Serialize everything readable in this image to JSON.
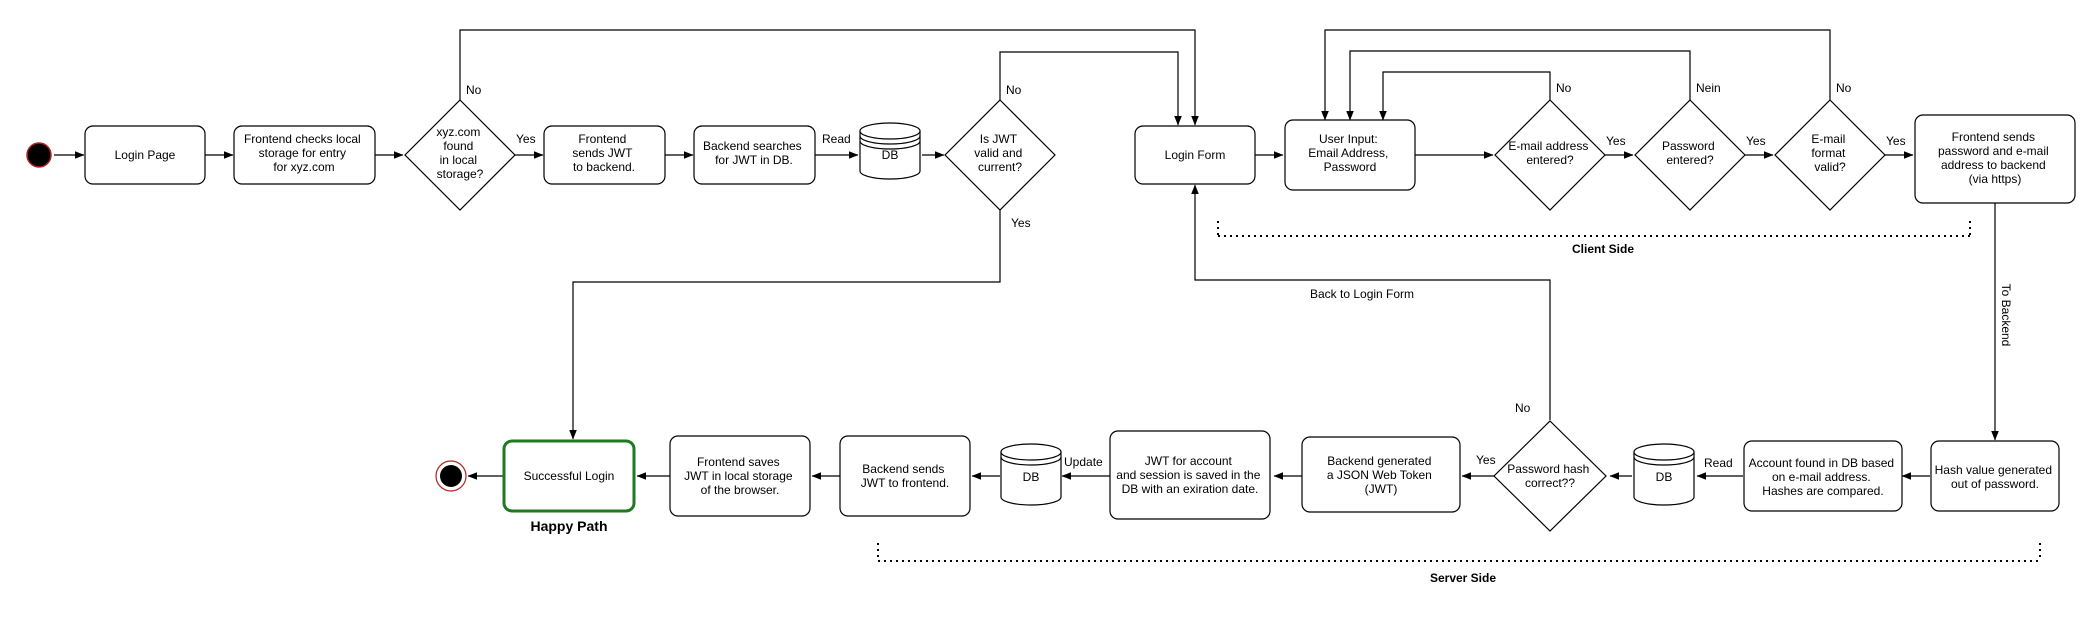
{
  "colors": {
    "happy_path": "#1e7a1e",
    "region_label": "#1a1aa8",
    "node_stroke": "#000000",
    "terminal_ring": "#b22222"
  },
  "nodes": {
    "login_page": "Login Page",
    "frontend_checks": [
      "Frontend checks local",
      "storage for entry",
      "for xyz.com"
    ],
    "xyz_found": [
      "xyz.com",
      "found",
      "in local",
      "storage?"
    ],
    "frontend_sends_jwt": [
      "Frontend",
      "sends JWT",
      "to backend."
    ],
    "backend_searches": [
      "Backend searches",
      "for JWT in DB."
    ],
    "db_read_top": "DB",
    "jwt_valid": [
      "Is JWT",
      "valid and",
      "current?"
    ],
    "login_form": "Login Form",
    "user_input": [
      "User Input:",
      "Email Address,",
      "Password"
    ],
    "email_entered": [
      "E-mail address",
      "entered?"
    ],
    "password_entered": [
      "Password",
      "entered?"
    ],
    "email_format": [
      "E-mail",
      "format",
      "valid?"
    ],
    "frontend_sends_pw": [
      "Frontend sends",
      "password and e-mail",
      "address to backend",
      "(via https)"
    ],
    "hash_value": [
      "Hash value generated",
      "out of password."
    ],
    "account_found": [
      "Account found in DB based",
      "on e-mail address.",
      "Hashes are compared."
    ],
    "db_read_bottom": "DB",
    "password_hash": [
      "Password hash",
      "correct??"
    ],
    "backend_generated": [
      "Backend generated",
      "a JSON Web Token",
      "(JWT)"
    ],
    "jwt_saved": [
      "JWT for account",
      "and session is saved in the",
      "DB with an exiration date."
    ],
    "db_update": "DB",
    "backend_sends_jwt": [
      "Backend sends",
      "JWT to frontend."
    ],
    "frontend_saves": [
      "Frontend saves",
      "JWT in local storage",
      "of the browser."
    ],
    "successful_login": "Successful Login"
  },
  "edge_labels": {
    "xyz_no": "No",
    "xyz_yes": "Yes",
    "read_top": "Read",
    "jwt_no": "No",
    "jwt_yes": "Yes",
    "email_entered_no": "No",
    "email_entered_yes": "Yes",
    "password_entered_no": "Nein",
    "password_entered_yes": "Yes",
    "email_format_no": "No",
    "email_format_yes": "Yes",
    "to_backend": "To Backend",
    "read_bottom": "Read",
    "hash_yes": "Yes",
    "hash_no": "No",
    "back_to_login": "Back to Login Form",
    "update": "Update"
  },
  "region_labels": {
    "client_side": "Client Side",
    "server_side": "Server Side",
    "happy_path": "Happy Path"
  }
}
